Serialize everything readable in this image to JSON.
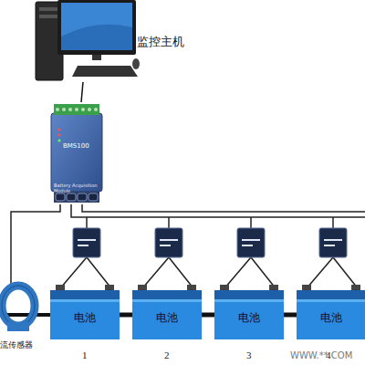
{
  "diagram": {
    "nodes": [
      {
        "text": [
          "监控主机"
        ]
      },
      {
        "text": [
          "BMS100",
          "Battery Acquisition Module"
        ]
      },
      {
        "text": [
          "电池"
        ]
      },
      {
        "text": [
          "电池"
        ]
      },
      {
        "text": [
          "电池"
        ]
      },
      {
        "text": [
          "电池"
        ]
      }
    ],
    "edges": [
      {
        "from": 0,
        "to": 1,
        "arrow": "none"
      },
      {
        "from": 2,
        "to": 3,
        "arrow": "none"
      },
      {
        "from": 3,
        "to": 4,
        "arrow": "none"
      },
      {
        "from": 4,
        "to": 5,
        "arrow": "none"
      }
    ],
    "labels": [
      "流传感器",
      "1",
      "2",
      "3",
      "4",
      "WWW.**.COM"
    ]
  }
}
